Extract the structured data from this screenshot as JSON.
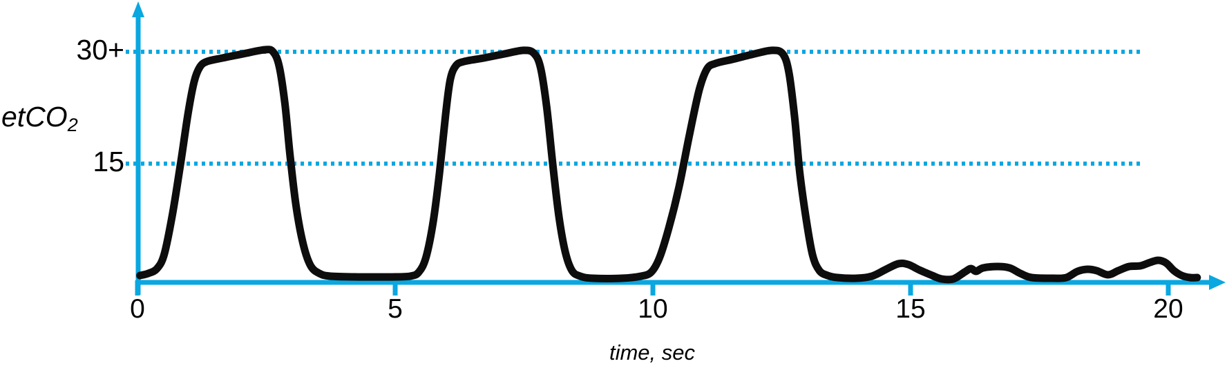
{
  "figure": {
    "background": "#ffffff"
  },
  "colors": {
    "accent_blue": "#0aa7e0",
    "trace_black": "#0d0d0d",
    "label_black": "#000000"
  },
  "chart_data": {
    "type": "line",
    "title": "",
    "xlabel": "time, sec",
    "ylabel": "etCO2",
    "ylabel_main": "etCO",
    "ylabel_sub": "2",
    "x_ticks": [
      {
        "value": 0,
        "label": "0"
      },
      {
        "value": 5,
        "label": "5"
      },
      {
        "value": 10,
        "label": "10"
      },
      {
        "value": 15,
        "label": "15"
      },
      {
        "value": 20,
        "label": "20"
      }
    ],
    "y_gridlines": [
      {
        "value": 30,
        "label": "30+"
      },
      {
        "value": 15,
        "label": "15"
      }
    ],
    "xlim": [
      0,
      21.2
    ],
    "ylim": [
      0,
      33
    ],
    "grid": "horizontal dotted gridlines at etCO2 = 15 and 30 only",
    "legend": "none",
    "description": "Stylized capnography waveform: three square-topped breath waveforms with alveolar plateaus peaking at ~30+ between 0 and ~13.4 sec, followed by loss of waveform (irregular near-zero baseline noise of ~0-2 units) from ~13.4 to ~20.6 sec",
    "series": [
      {
        "name": "etCO2 capnogram trace",
        "points": [
          [
            0.05,
            0
          ],
          [
            0.21,
            0.28
          ],
          [
            0.38,
            0.93
          ],
          [
            0.52,
            2.87
          ],
          [
            0.68,
            8.24
          ],
          [
            0.84,
            15.19
          ],
          [
            0.98,
            21.67
          ],
          [
            1.1,
            26.02
          ],
          [
            1.21,
            27.96
          ],
          [
            1.35,
            28.7
          ],
          [
            1.65,
            29.17
          ],
          [
            2.05,
            29.72
          ],
          [
            2.47,
            30.28
          ],
          [
            2.63,
            30.0
          ],
          [
            2.75,
            28.06
          ],
          [
            2.86,
            23.06
          ],
          [
            2.96,
            16.11
          ],
          [
            3.08,
            9.17
          ],
          [
            3.22,
            4.07
          ],
          [
            3.36,
            1.3
          ],
          [
            3.53,
            0.28
          ],
          [
            3.74,
            -0.09
          ],
          [
            4.3,
            -0.19
          ],
          [
            4.91,
            -0.19
          ],
          [
            5.29,
            -0.09
          ],
          [
            5.46,
            0.46
          ],
          [
            5.6,
            2.5
          ],
          [
            5.74,
            7.31
          ],
          [
            5.86,
            13.8
          ],
          [
            5.98,
            21.67
          ],
          [
            6.07,
            26.3
          ],
          [
            6.18,
            28.15
          ],
          [
            6.34,
            28.7
          ],
          [
            6.72,
            29.17
          ],
          [
            7.12,
            29.72
          ],
          [
            7.49,
            30.19
          ],
          [
            7.69,
            29.81
          ],
          [
            7.82,
            27.87
          ],
          [
            7.94,
            22.59
          ],
          [
            8.06,
            14.72
          ],
          [
            8.18,
            7.78
          ],
          [
            8.3,
            3.15
          ],
          [
            8.43,
            0.65
          ],
          [
            8.59,
            -0.09
          ],
          [
            8.83,
            -0.37
          ],
          [
            9.4,
            -0.37
          ],
          [
            9.77,
            -0.09
          ],
          [
            9.97,
            0.46
          ],
          [
            10.13,
            2.41
          ],
          [
            10.31,
            6.39
          ],
          [
            10.51,
            11.94
          ],
          [
            10.71,
            18.89
          ],
          [
            10.9,
            24.91
          ],
          [
            11.05,
            27.69
          ],
          [
            11.21,
            28.43
          ],
          [
            11.54,
            28.98
          ],
          [
            11.97,
            29.72
          ],
          [
            12.32,
            30.19
          ],
          [
            12.52,
            29.72
          ],
          [
            12.64,
            27.22
          ],
          [
            12.75,
            21.2
          ],
          [
            12.85,
            13.8
          ],
          [
            12.98,
            7.31
          ],
          [
            13.1,
            2.69
          ],
          [
            13.23,
            0.65
          ],
          [
            13.39,
            0
          ],
          [
            13.58,
            -0.28
          ],
          [
            13.95,
            -0.37
          ],
          [
            14.25,
            -0.09
          ],
          [
            14.5,
            0.74
          ],
          [
            14.76,
            1.57
          ],
          [
            14.95,
            1.48
          ],
          [
            15.17,
            0.74
          ],
          [
            15.42,
            0
          ],
          [
            15.6,
            -0.46
          ],
          [
            15.83,
            -0.46
          ],
          [
            16.05,
            0.46
          ],
          [
            16.17,
            0.93
          ],
          [
            16.27,
            0.56
          ],
          [
            16.41,
            1.02
          ],
          [
            16.69,
            1.2
          ],
          [
            16.92,
            1.02
          ],
          [
            17.13,
            0.28
          ],
          [
            17.35,
            -0.28
          ],
          [
            17.77,
            -0.37
          ],
          [
            18.02,
            -0.28
          ],
          [
            18.24,
            0.56
          ],
          [
            18.43,
            0.83
          ],
          [
            18.61,
            0.65
          ],
          [
            18.83,
            0.09
          ],
          [
            19.03,
            0.65
          ],
          [
            19.24,
            1.2
          ],
          [
            19.46,
            1.3
          ],
          [
            19.65,
            1.76
          ],
          [
            19.81,
            2.04
          ],
          [
            19.96,
            1.67
          ],
          [
            20.11,
            0.65
          ],
          [
            20.26,
            0
          ],
          [
            20.42,
            -0.28
          ],
          [
            20.56,
            -0.28
          ]
        ]
      }
    ]
  }
}
